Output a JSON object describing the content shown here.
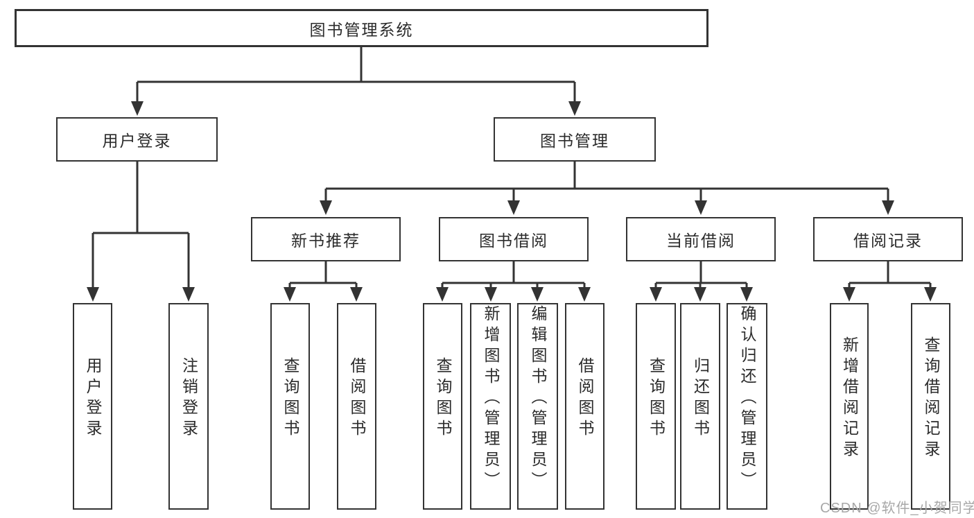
{
  "colors": {
    "background": "#ffffff",
    "line": "#333333",
    "box_border": "#333333",
    "box_fill": "#ffffff",
    "text": "#2b2b2b",
    "watermark": "#a8a8a8"
  },
  "watermark": "CSDN @软件_小贺同学",
  "nodes": {
    "root": "图书管理系统",
    "user_login": "用户登录",
    "book_management": "图书管理",
    "new_book_recommend": "新书推荐",
    "book_borrowing": "图书借阅",
    "current_borrowing": "当前借阅",
    "borrowing_records": "借阅记录",
    "leaf_user_login": "用户登录",
    "leaf_logout": "注销登录",
    "rec_query_books": "查询图书",
    "rec_borrow_books": "借阅图书",
    "bor_query_books": "查询图书",
    "bor_add_books": "新增图书（管理员）",
    "bor_edit_books": "编辑图书（管理员）",
    "bor_borrow_books": "借阅图书",
    "cur_query_books": "查询图书",
    "cur_return_books": "归还图书",
    "cur_confirm_return": "确认归还（管理员）",
    "rcd_add_record": "新增借阅记录",
    "rcd_query_record": "查询借阅记录"
  },
  "tree": {
    "图书管理系统": {
      "用户登录": [
        "用户登录",
        "注销登录"
      ],
      "图书管理": {
        "新书推荐": [
          "查询图书",
          "借阅图书"
        ],
        "图书借阅": [
          "查询图书",
          "新增图书（管理员）",
          "编辑图书（管理员）",
          "借阅图书"
        ],
        "当前借阅": [
          "查询图书",
          "归还图书",
          "确认归还（管理员）"
        ],
        "借阅记录": [
          "新增借阅记录",
          "查询借阅记录"
        ]
      }
    }
  }
}
